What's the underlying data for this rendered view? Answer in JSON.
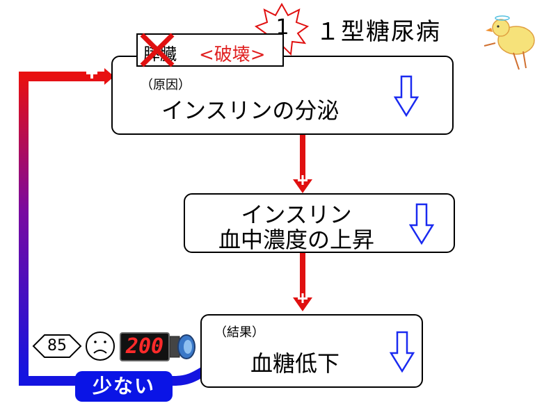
{
  "title": {
    "burst_number": "1",
    "text": "１型糖尿病"
  },
  "pancreas": {
    "organ": "膵臓",
    "destroy": "<破壊>"
  },
  "box1": {
    "note": "（原因）",
    "label": "インスリンの分泌"
  },
  "box2": {
    "line1": "インスリン",
    "line2": "血中濃度の上昇"
  },
  "box3": {
    "note": "（結果）",
    "label": "血糖低下"
  },
  "meter": {
    "road_sign": "85",
    "reading": "200"
  },
  "feedback": {
    "badge": "少ない",
    "sign": "+"
  },
  "colors": {
    "red": "#e01010",
    "blue": "#1a2af0",
    "badge": "#0a14e6"
  },
  "icons": [
    "burst-icon",
    "red-x-icon",
    "down-arrow-icon",
    "sad-face-icon",
    "chick-icon",
    "glucose-meter-icon"
  ]
}
